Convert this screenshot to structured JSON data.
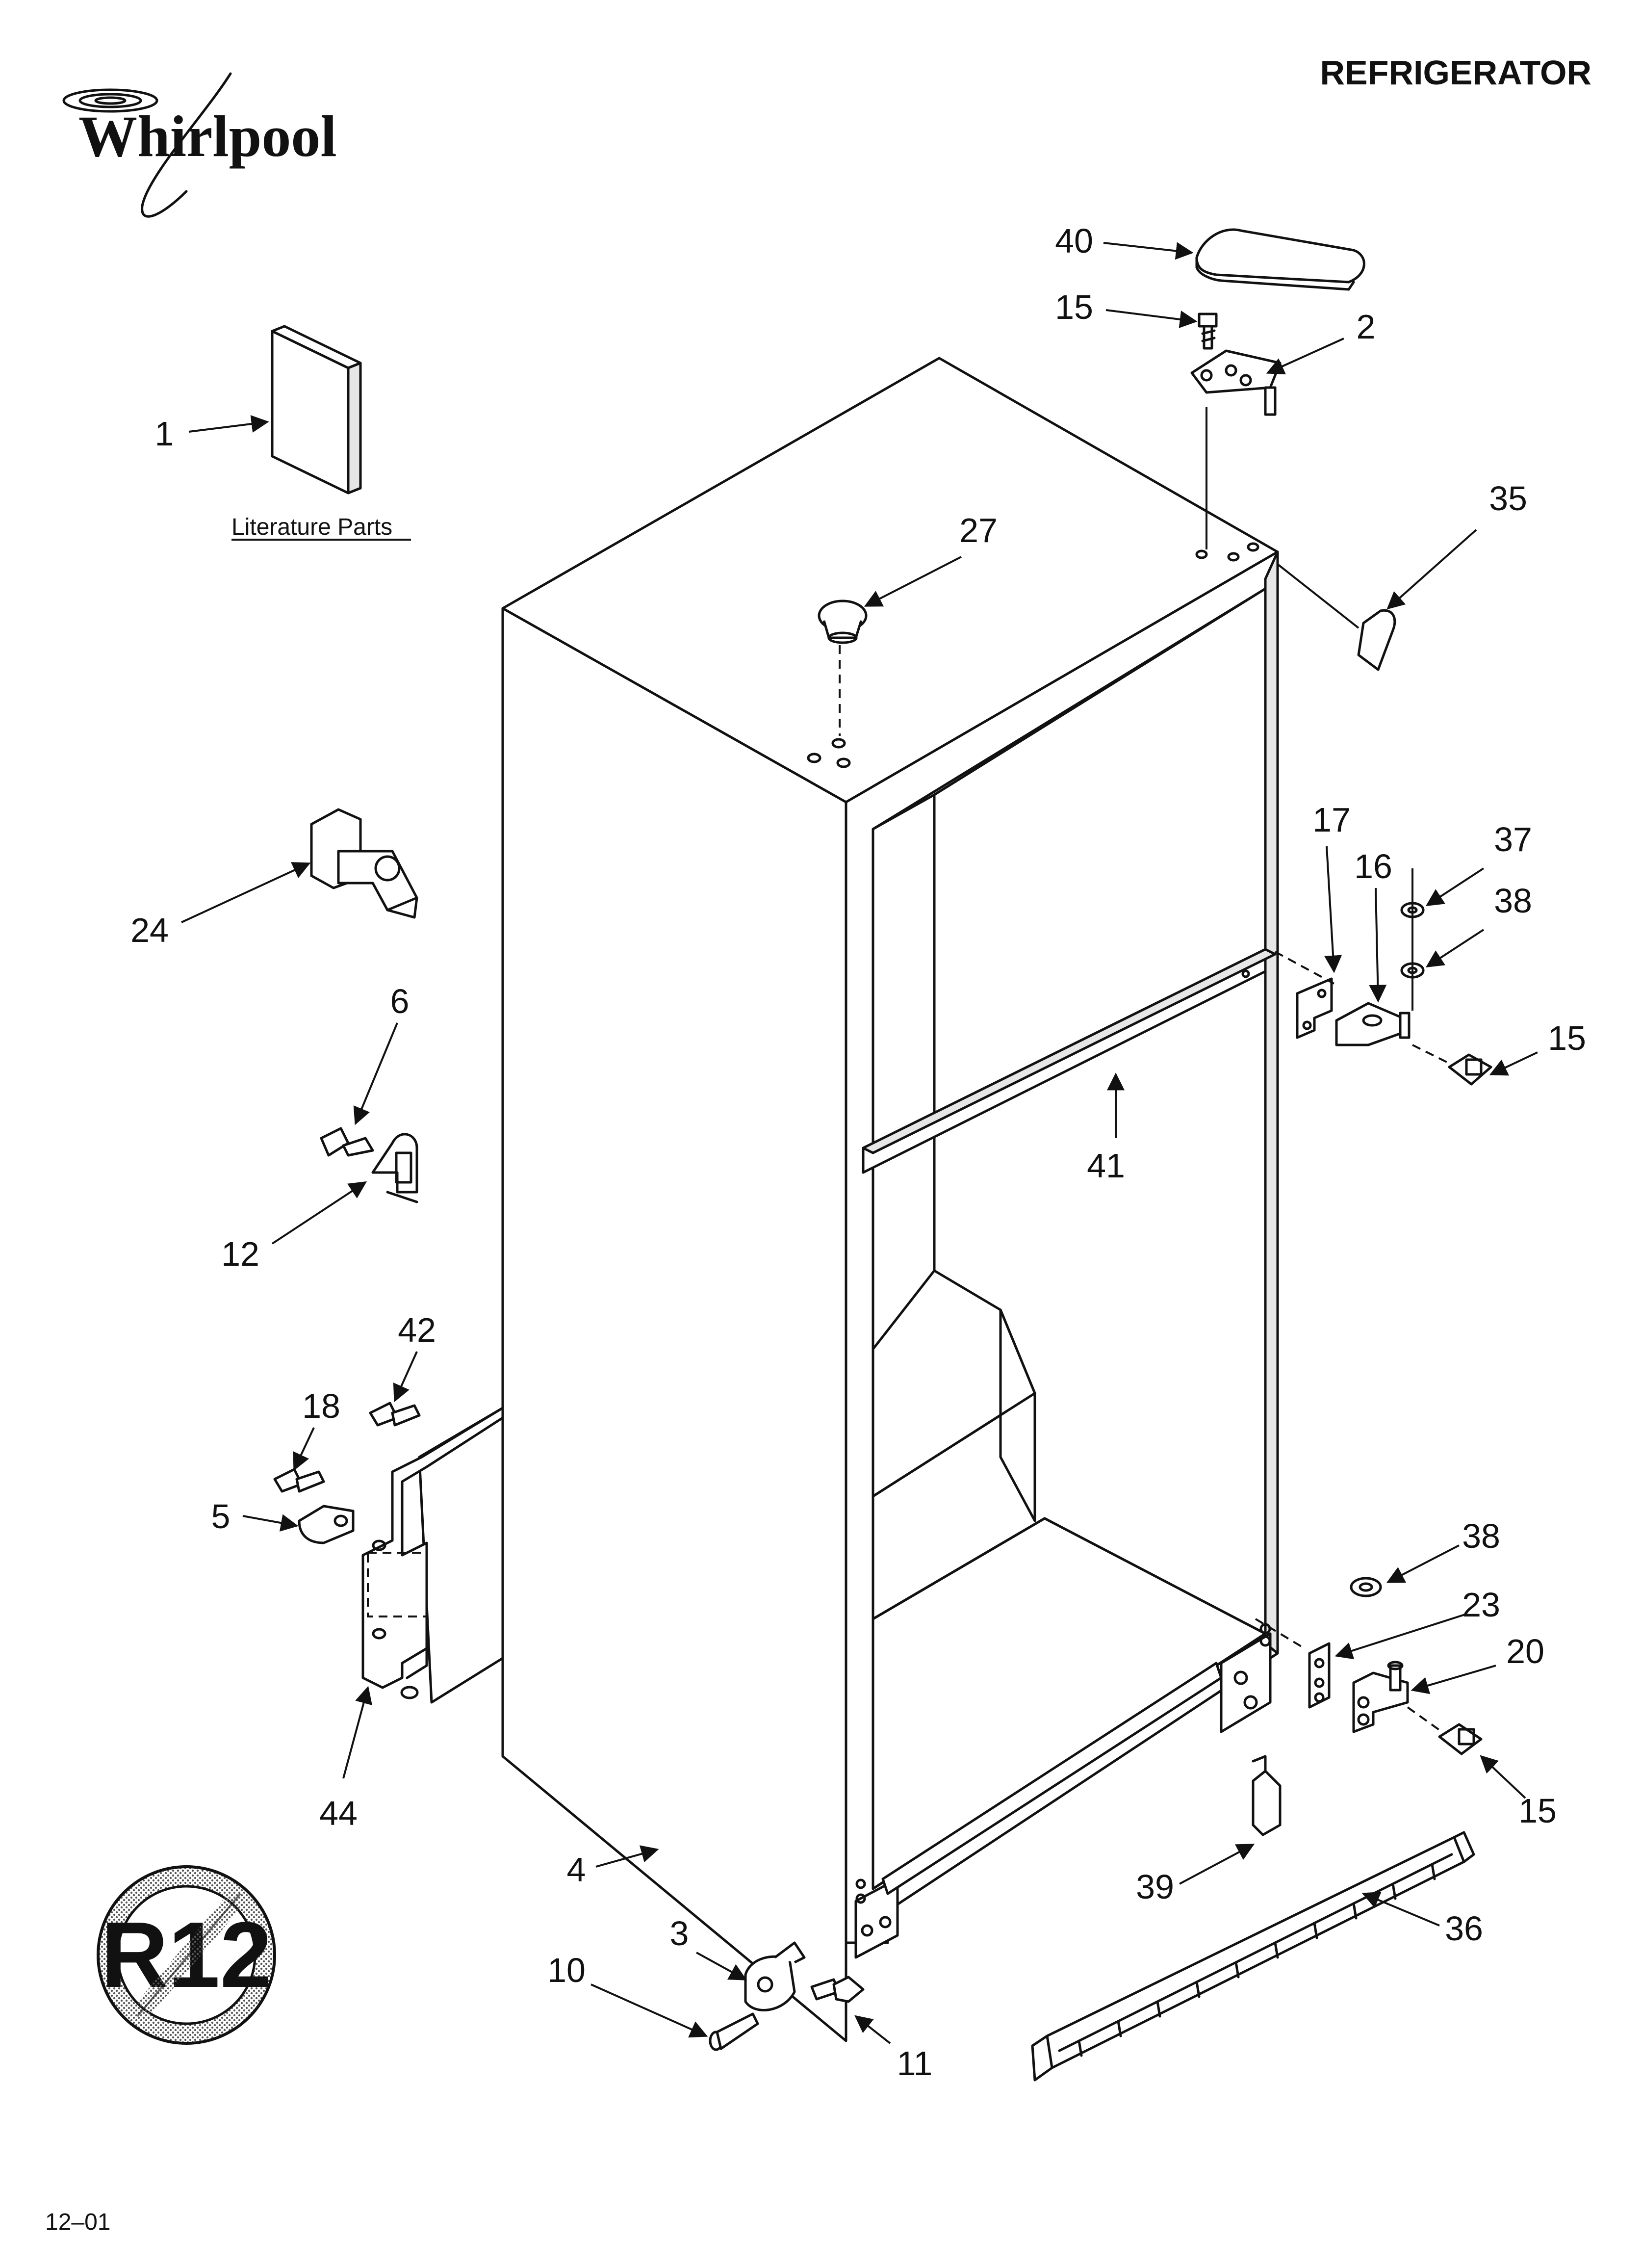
{
  "header": {
    "brand": "Whirlpool",
    "title": "REFRIGERATOR"
  },
  "literature_label": "Literature Parts",
  "no_r12_badge": "R12",
  "footer": {
    "code": "12–01"
  },
  "callouts": {
    "c1": "1",
    "c2": "2",
    "c3": "3",
    "c4": "4",
    "c5": "5",
    "c6": "6",
    "c10": "10",
    "c11": "11",
    "c12": "12",
    "c15a": "15",
    "c15b": "15",
    "c15c": "15",
    "c16": "16",
    "c17": "17",
    "c18": "18",
    "c20": "20",
    "c23": "23",
    "c24": "24",
    "c27": "27",
    "c35": "35",
    "c36": "36",
    "c37": "37",
    "c38a": "38",
    "c38b": "38",
    "c39": "39",
    "c40": "40",
    "c41": "41",
    "c42": "42",
    "c44": "44"
  }
}
